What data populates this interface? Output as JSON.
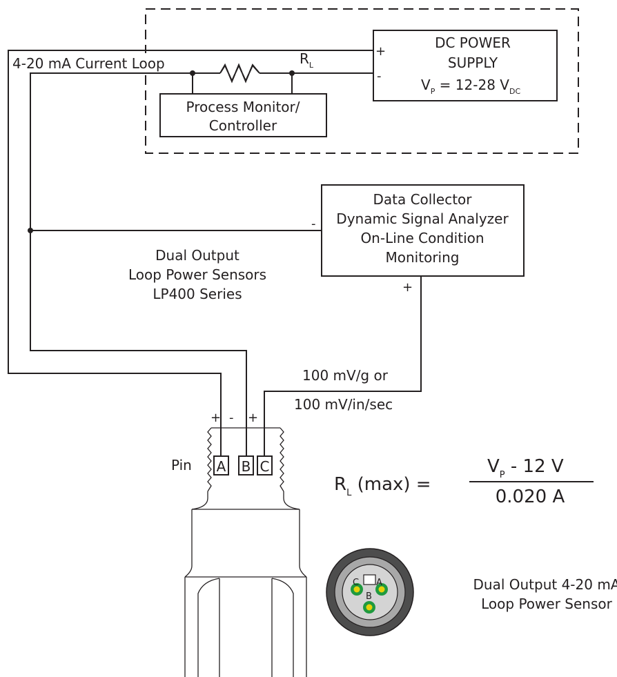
{
  "loop": {
    "current_loop_label": "4-20 mA Current Loop",
    "rl_main": "R",
    "rl_sub": "L"
  },
  "power_supply": {
    "line1": "DC POWER",
    "line2": "SUPPLY",
    "vp_main": "V",
    "vp_sub": "P",
    "vp_range": " = 12-28 V",
    "vp_unit_sub": "DC",
    "plus": "+",
    "minus": "-"
  },
  "process_monitor": {
    "line1": "Process Monitor/",
    "line2": "Controller"
  },
  "data_collector": {
    "line1": "Data Collector",
    "line2": "Dynamic Signal Analyzer",
    "line3": "On-Line Condition",
    "line4": "Monitoring",
    "minus": "-",
    "plus": "+"
  },
  "sensor_series": {
    "line1": "Dual Output",
    "line2": "Loop Power Sensors",
    "line3": "LP400 Series"
  },
  "output": {
    "line1": "100 mV/g or",
    "line2": "100 mV/in/sec"
  },
  "pins": {
    "label": "Pin",
    "a": "A",
    "b": "B",
    "c": "C",
    "pol_a": "+",
    "pol_b": "-",
    "pol_c": "+"
  },
  "formula": {
    "lhs_main": "R",
    "lhs_sub": "L",
    "lhs_rest": " (max) = ",
    "num_main": "V",
    "num_sub": "P",
    "num_rest": " - 12 V",
    "den": "0.020 A"
  },
  "connector_view": {
    "c": "C",
    "a": "A",
    "b": "B",
    "ring_outer": "#4d4d4d",
    "ring_mid": "#a8a8a8",
    "ring_inner": "#d4d4d4",
    "pin_green": "#1f9a3f",
    "pin_yellow": "#e6d20a"
  },
  "caption": {
    "line1": "Dual Output 4-20 mA",
    "line2": "Loop Power Sensor"
  }
}
